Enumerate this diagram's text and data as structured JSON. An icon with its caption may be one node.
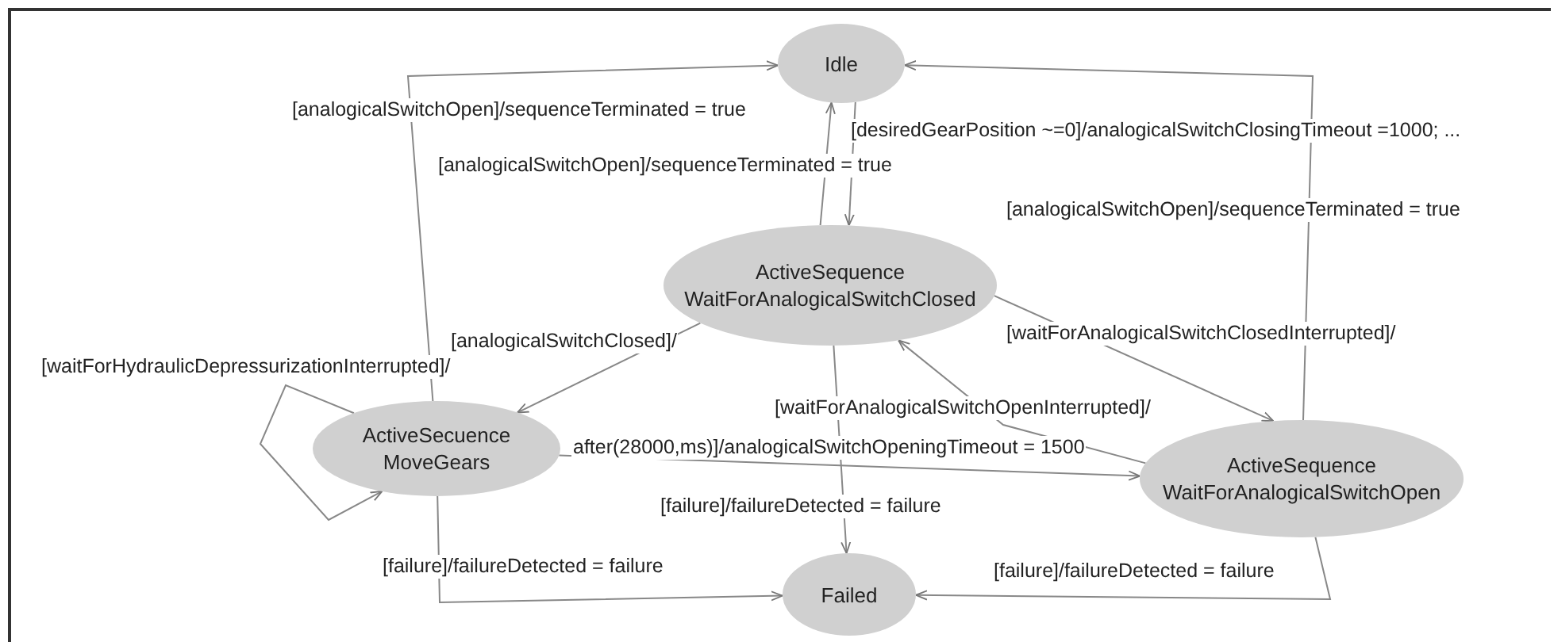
{
  "diagram": {
    "nodes": [
      {
        "text": [
          "Idle"
        ]
      },
      {
        "text": [
          "ActiveSequence WaitForAnalogicalSwitchClosed"
        ]
      },
      {
        "text": [
          "ActiveSecuence MoveGears"
        ]
      },
      {
        "text": [
          "ActiveSequence WaitForAnalogicalSwitchOpen"
        ]
      },
      {
        "text": [
          "Failed"
        ]
      }
    ],
    "edges": [
      {
        "from": 0,
        "to": 1,
        "arrow": "to",
        "label": "[desiredGearPosition ~=0]/analogicalSwitchClosingTimeout =1000; ..."
      },
      {
        "from": 1,
        "to": 0,
        "arrow": "to",
        "label": "[analogicalSwitchOpen]/sequenceTerminated = true"
      },
      {
        "from": 2,
        "to": 0,
        "arrow": "to",
        "label": "[analogicalSwitchOpen]/sequenceTerminated = true"
      },
      {
        "from": 3,
        "to": 0,
        "arrow": "to",
        "label": "[analogicalSwitchOpen]/sequenceTerminated = true"
      },
      {
        "from": 1,
        "to": 2,
        "arrow": "to",
        "label": "[analogicalSwitchClosed]/"
      },
      {
        "from": 1,
        "to": 3,
        "arrow": "to",
        "label": "[waitForAnalogicalSwitchClosedInterrupted]/"
      },
      {
        "from": 3,
        "to": 1,
        "arrow": "to",
        "label": "[waitForAnalogicalSwitchOpenInterrupted]/"
      },
      {
        "from": 2,
        "to": 3,
        "arrow": "to",
        "label": "after(28000,ms)]/analogicalSwitchOpeningTimeout = 1500"
      },
      {
        "from": 1,
        "to": 4,
        "arrow": "to",
        "label": "[failure]/failureDetected = failure"
      },
      {
        "from": 2,
        "to": 4,
        "arrow": "to",
        "label": "[failure]/failureDetected = failure"
      },
      {
        "from": 3,
        "to": 4,
        "arrow": "to",
        "label": "[failure]/failureDetected = failure"
      },
      {
        "from": 2,
        "to": 2,
        "arrow": "to",
        "label": "[waitForHydraulicDepressurizationInterrupted]/"
      }
    ]
  }
}
